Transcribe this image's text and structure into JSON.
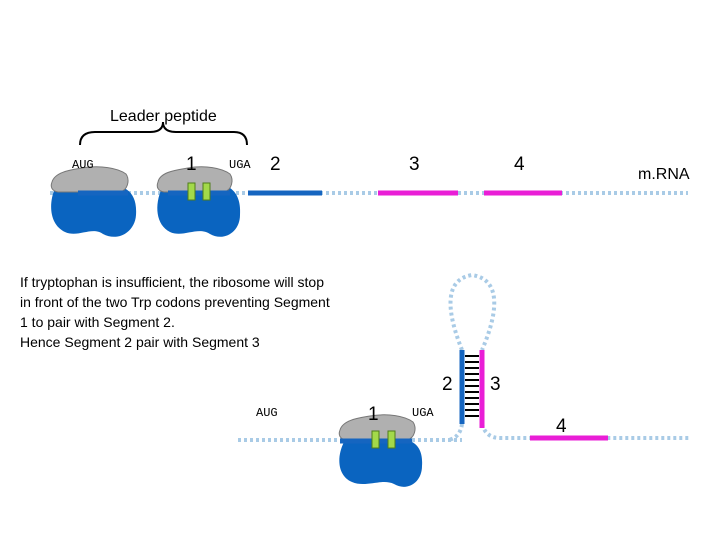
{
  "top_panel": {
    "leader_peptide_label": "Leader peptide",
    "start_codon": "AUG",
    "stop_codon": "UGA",
    "segment_1": "1",
    "segment_2": "2",
    "segment_3": "3",
    "segment_4": "4",
    "mrna_label": "m.RNA"
  },
  "explanation": "If tryptophan is insufficient, the ribosome will stop\nin front of the two Trp codons preventing Segment\n1 to pair with Segment 2.\nHence Segment 2 pair with Segment 3",
  "bottom_panel": {
    "start_codon": "AUG",
    "stop_codon": "UGA",
    "segment_1": "1",
    "segment_2": "2",
    "segment_3": "3",
    "segment_4": "4"
  },
  "colors": {
    "segment_blue": "#1565c0",
    "segment_magenta": "#e91ed6",
    "ribosome_large": "#0a64c0",
    "ribosome_small": "#b0b0b0",
    "trp_codon": "#a3d94a",
    "mrna_dots": "#a9cbe6"
  }
}
